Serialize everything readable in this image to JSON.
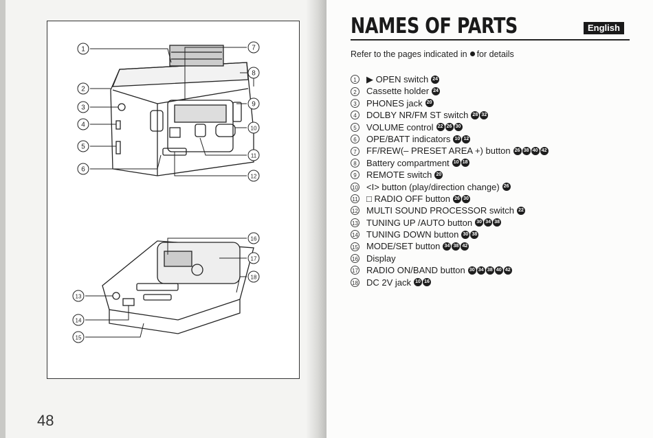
{
  "page": {
    "number": "48"
  },
  "header": {
    "title": "NAMES OF PARTS",
    "language": "English"
  },
  "intro": {
    "before": "Refer to the pages indicated in",
    "after": "for details"
  },
  "parts": [
    {
      "num": "1",
      "label": "▶ OPEN switch",
      "refs": [
        "24"
      ]
    },
    {
      "num": "2",
      "label": "Cassette holder",
      "refs": [
        "24"
      ]
    },
    {
      "num": "3",
      "label": "PHONES jack",
      "refs": [
        "20"
      ]
    },
    {
      "num": "4",
      "label": "DOLBY NR/FM ST switch",
      "refs": [
        "28",
        "32"
      ]
    },
    {
      "num": "5",
      "label": "VOLUME control",
      "refs": [
        "22",
        "26",
        "30"
      ]
    },
    {
      "num": "6",
      "label": "OPE/BATT indicators",
      "refs": [
        "10",
        "12"
      ]
    },
    {
      "num": "7",
      "label": "FF/REW(– PRESET AREA +) button",
      "refs": [
        "26",
        "38",
        "40",
        "42"
      ]
    },
    {
      "num": "8",
      "label": "Battery compartment",
      "refs": [
        "10",
        "18"
      ]
    },
    {
      "num": "9",
      "label": "REMOTE switch",
      "refs": [
        "20"
      ]
    },
    {
      "num": "10",
      "label": "<I> button (play/direction change)",
      "refs": [
        "26"
      ]
    },
    {
      "num": "11",
      "label": "□ RADIO OFF button",
      "refs": [
        "26",
        "30"
      ]
    },
    {
      "num": "12",
      "label": "MULTI SOUND PROCESSOR switch",
      "refs": [
        "22"
      ]
    },
    {
      "num": "13",
      "label": "TUNING UP /AUTO button",
      "refs": [
        "30",
        "34",
        "38"
      ]
    },
    {
      "num": "14",
      "label": "TUNING DOWN button",
      "refs": [
        "30",
        "38"
      ]
    },
    {
      "num": "15",
      "label": "MODE/SET button",
      "refs": [
        "34",
        "38",
        "42"
      ]
    },
    {
      "num": "16",
      "label": "Display",
      "refs": []
    },
    {
      "num": "17",
      "label": "RADIO ON/BAND button",
      "refs": [
        "30",
        "34",
        "38",
        "40",
        "42"
      ]
    },
    {
      "num": "18",
      "label": "DC 2V jack",
      "refs": [
        "10",
        "16"
      ]
    }
  ],
  "figure_callouts": [
    "1",
    "2",
    "3",
    "4",
    "5",
    "6",
    "7",
    "8",
    "9",
    "10",
    "11",
    "12",
    "13",
    "14",
    "15",
    "16",
    "17",
    "18"
  ]
}
